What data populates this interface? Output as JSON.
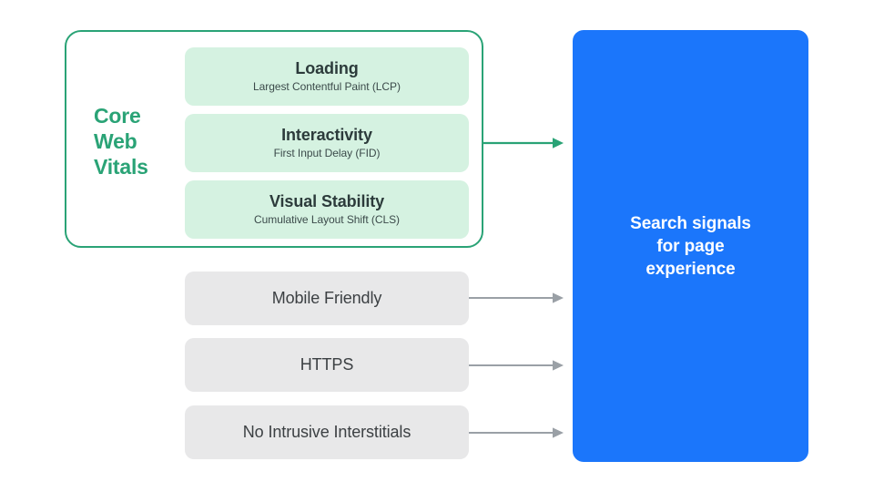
{
  "diagram": {
    "title": "Search signals for page experience",
    "colors": {
      "green_accent": "#2aa376",
      "green_card": "#d5f2e1",
      "gray_card": "#e8e8e9",
      "blue_panel": "#1b76fb",
      "gray_arrow": "#9aa0a6",
      "dark_text": "#2c3b3b"
    },
    "core_web_vitals": {
      "group_label": "Core Web Vitals",
      "group_label_lines": "Core\nWeb\nVitals",
      "metrics": [
        {
          "title": "Loading",
          "subtitle": "Largest Contentful Paint (LCP)",
          "abbr": "LCP"
        },
        {
          "title": "Interactivity",
          "subtitle": "First Input Delay (FID)",
          "abbr": "FID"
        },
        {
          "title": "Visual Stability",
          "subtitle": "Cumulative Layout Shift (CLS)",
          "abbr": "CLS"
        }
      ]
    },
    "other_signals": [
      {
        "label": "Mobile Friendly"
      },
      {
        "label": "HTTPS"
      },
      {
        "label": "No Intrusive Interstitials"
      }
    ],
    "destination": {
      "text": "Search signals\nfor page\nexperience"
    },
    "arrows": [
      {
        "name": "core-web-vitals-to-destination",
        "color": "#2aa376"
      },
      {
        "name": "mobile-friendly-to-destination",
        "color": "#9aa0a6"
      },
      {
        "name": "https-to-destination",
        "color": "#9aa0a6"
      },
      {
        "name": "no-intrusive-interstitials-to-destination",
        "color": "#9aa0a6"
      }
    ]
  }
}
